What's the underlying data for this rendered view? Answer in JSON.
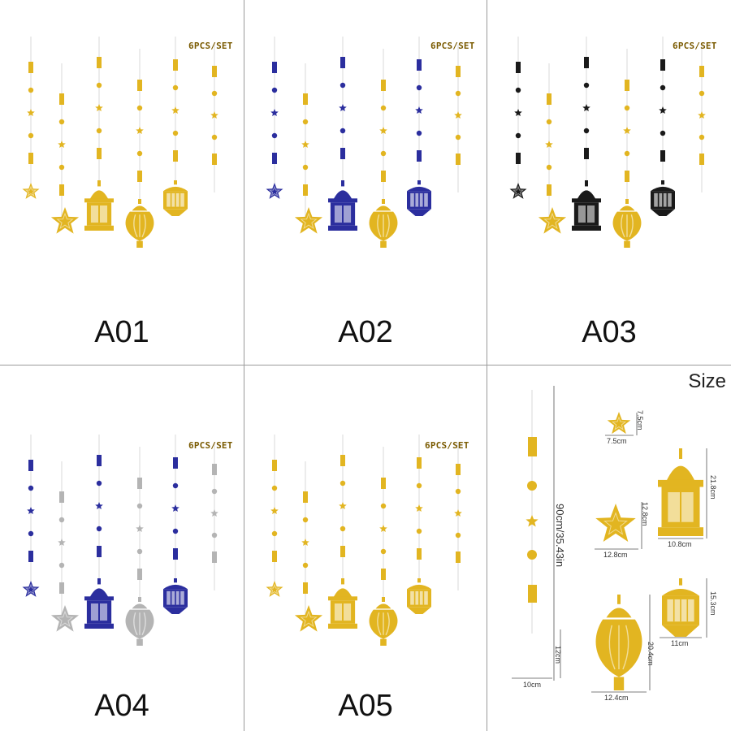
{
  "panels": [
    {
      "label": "A01",
      "badge": "6PCS/SET",
      "colors": [
        "#E2B521",
        "#E2B521",
        "#E2B521",
        "#E2B521",
        "#E2B521",
        "#E2B521"
      ]
    },
    {
      "label": "A02",
      "badge": "6PCS/SET",
      "colors": [
        "#2B2E9E",
        "#E2B521",
        "#2B2E9E",
        "#E2B521",
        "#2B2E9E",
        "#E2B521"
      ]
    },
    {
      "label": "A03",
      "badge": "6PCS/SET",
      "colors": [
        "#1A1A1A",
        "#E2B521",
        "#1A1A1A",
        "#E2B521",
        "#1A1A1A",
        "#E2B521"
      ]
    },
    {
      "label": "A04",
      "badge": "6PCS/SET",
      "colors": [
        "#2B2E9E",
        "#B4B4B4",
        "#2B2E9E",
        "#B4B4B4",
        "#2B2E9E",
        "#B4B4B4"
      ]
    },
    {
      "label": "A05",
      "badge": "6PCS/SET",
      "colors": [
        "#E2B521",
        "#E2B521",
        "#E2B521",
        "#E2B521",
        "#E2B521",
        "#E2B521"
      ]
    }
  ],
  "pendant_icons": [
    "star-icon",
    "star-icon",
    "tower-lantern-icon",
    "onion-lantern-icon",
    "small-lantern-icon",
    "crescent-moon-icon"
  ],
  "size_panel": {
    "title": "Size",
    "total_length": "90cm/35.43in",
    "star_small_w": "7.5cm",
    "star_small_h": "7.5cm",
    "star_large_w": "12.8cm",
    "star_large_h": "12.8cm",
    "tower_w": "10.8cm",
    "tower_h": "21.8cm",
    "moon_w": "10cm",
    "moon_h": "12cm",
    "onion_w": "12.4cm",
    "onion_h": "20.4cm",
    "lantern_w": "11cm",
    "lantern_h": "15.3cm"
  }
}
